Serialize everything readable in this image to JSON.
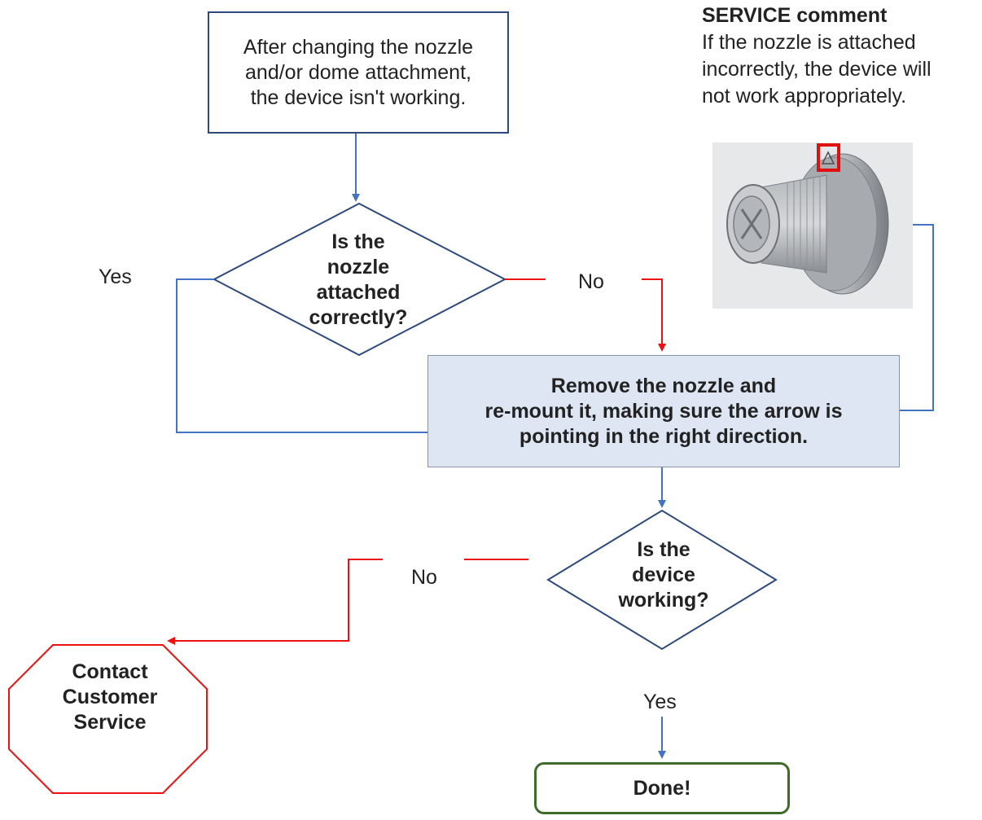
{
  "start": {
    "lines": [
      "After changing the nozzle",
      "and/or dome attachment,",
      "the device isn't working."
    ]
  },
  "decision1": {
    "lines": [
      "Is the",
      "nozzle",
      "attached",
      "correctly?"
    ],
    "yes_label": "Yes",
    "no_label": "No"
  },
  "action": {
    "lines": [
      "Remove the nozzle and",
      "re-mount it, making sure the arrow is",
      "pointing in the right direction."
    ]
  },
  "decision2": {
    "lines": [
      "Is the",
      "device",
      "working?"
    ],
    "no_label": "No",
    "yes_label": "Yes"
  },
  "contact": {
    "lines": [
      "Contact",
      "Customer",
      "Service"
    ]
  },
  "done": {
    "label": "Done!"
  },
  "service_comment": {
    "title": "SERVICE comment",
    "lines": [
      "If the nozzle is attached",
      "incorrectly, the device will",
      "not work appropriately."
    ]
  },
  "image": {
    "icon": "nozzle-part-icon"
  },
  "colors": {
    "blue_connector": "#4472c4",
    "red_connector": "#ee1111",
    "box_border": "#2e4a7d",
    "action_fill": "#dde6f2",
    "done_border": "#3f6b2a",
    "stop_border": "#ee1111"
  }
}
